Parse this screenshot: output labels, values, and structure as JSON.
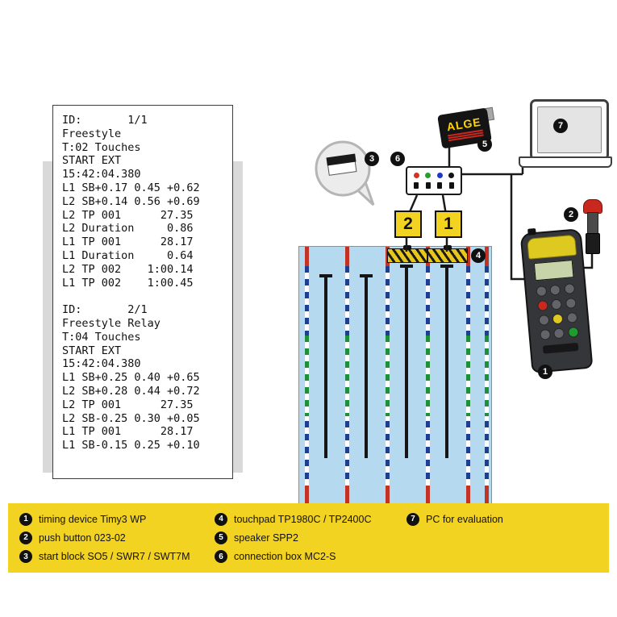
{
  "colors": {
    "alge_yellow": "#f2d321",
    "pool_blue": "#b5d9ef",
    "badge_black": "#111111",
    "wire_black": "#1a1a1a",
    "rope_red": "#c23325",
    "rope_blue": "#1e3f8f",
    "rope_green": "#1e8f3a"
  },
  "printout": {
    "block1": "ID:       1/1\nFreestyle\nT:02 Touches\nSTART EXT\n15:42:04.380\nL1 SB+0.17 0.45 +0.62\nL2 SB+0.14 0.56 +0.69\nL2 TP 001      27.35\nL2 Duration     0.86\nL1 TP 001      28.17\nL1 Duration     0.64\nL2 TP 002    1:00.14\nL1 TP 002    1:00.45",
    "block2": "ID:       2/1\nFreestyle Relay\nT:04 Touches\nSTART EXT\n15:42:04.380\nL1 SB+0.25 0.40 +0.65\nL2 SB+0.28 0.44 +0.72\nL2 TP 001      27.35\nL2 SB-0.25 0.30 +0.05\nL1 TP 001      28.17\nL1 SB-0.15 0.25 +0.10"
  },
  "lanes": {
    "label_lane2": "2",
    "label_lane1": "1"
  },
  "devices": {
    "speaker_logo": "ALGE"
  },
  "callouts": [
    "1",
    "2",
    "3",
    "4",
    "5",
    "6",
    "7"
  ],
  "legend": {
    "items": [
      {
        "num": "1",
        "label": "timing device Timy3 WP"
      },
      {
        "num": "2",
        "label": "push button 023-02"
      },
      {
        "num": "3",
        "label": "start block SO5 / SWR7 / SWT7M"
      },
      {
        "num": "4",
        "label": "touchpad TP1980C / TP2400C"
      },
      {
        "num": "5",
        "label": "speaker SPP2"
      },
      {
        "num": "6",
        "label": "connection box MC2-S"
      },
      {
        "num": "7",
        "label": "PC for evaluation"
      }
    ]
  }
}
